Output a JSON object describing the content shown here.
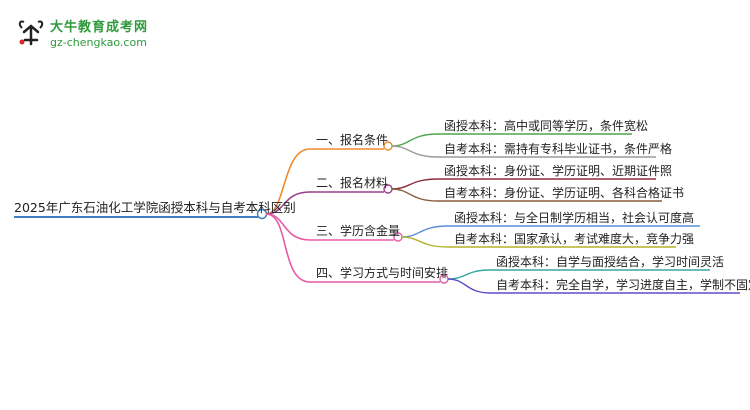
{
  "brand": {
    "name": "大牛教育成考网",
    "url": "gz-chengkao.com"
  },
  "colors": {
    "root": "#3f7fc4",
    "branch1": "#ef8a2a",
    "branch2": "#9b3f86",
    "branch3": "#e65ba8",
    "branch4": "#e65ba8",
    "leaf_green": "#4aa64a",
    "leaf_gray": "#9a9a9a",
    "leaf_darkred": "#8b2f3f",
    "leaf_brown": "#8b5a3c",
    "leaf_blue": "#5b8fd6",
    "leaf_olive": "#b5b22c",
    "leaf_teal": "#35a8a0",
    "leaf_purple": "#5b4fc7"
  },
  "mindmap": {
    "root": "2025年广东石油化工学院函授本科与自考本科区别",
    "branches": [
      {
        "label": "一、报名条件",
        "leaves": [
          "函授本科：高中或同等学历，条件宽松",
          "自考本科：需持有专科毕业证书，条件严格"
        ]
      },
      {
        "label": "二、报名材料",
        "leaves": [
          "函授本科：身份证、学历证明、近期证件照",
          "自考本科：身份证、学历证明、各科合格证书"
        ]
      },
      {
        "label": "三、学历含金量",
        "leaves": [
          "函授本科：与全日制学历相当，社会认可度高",
          "自考本科：国家承认，考试难度大，竞争力强"
        ]
      },
      {
        "label": "四、学习方式与时间安排",
        "leaves": [
          "函授本科：自学与面授结合，学习时间灵活",
          "自考本科：完全自学，学习进度自主，学制不固定"
        ]
      }
    ]
  }
}
